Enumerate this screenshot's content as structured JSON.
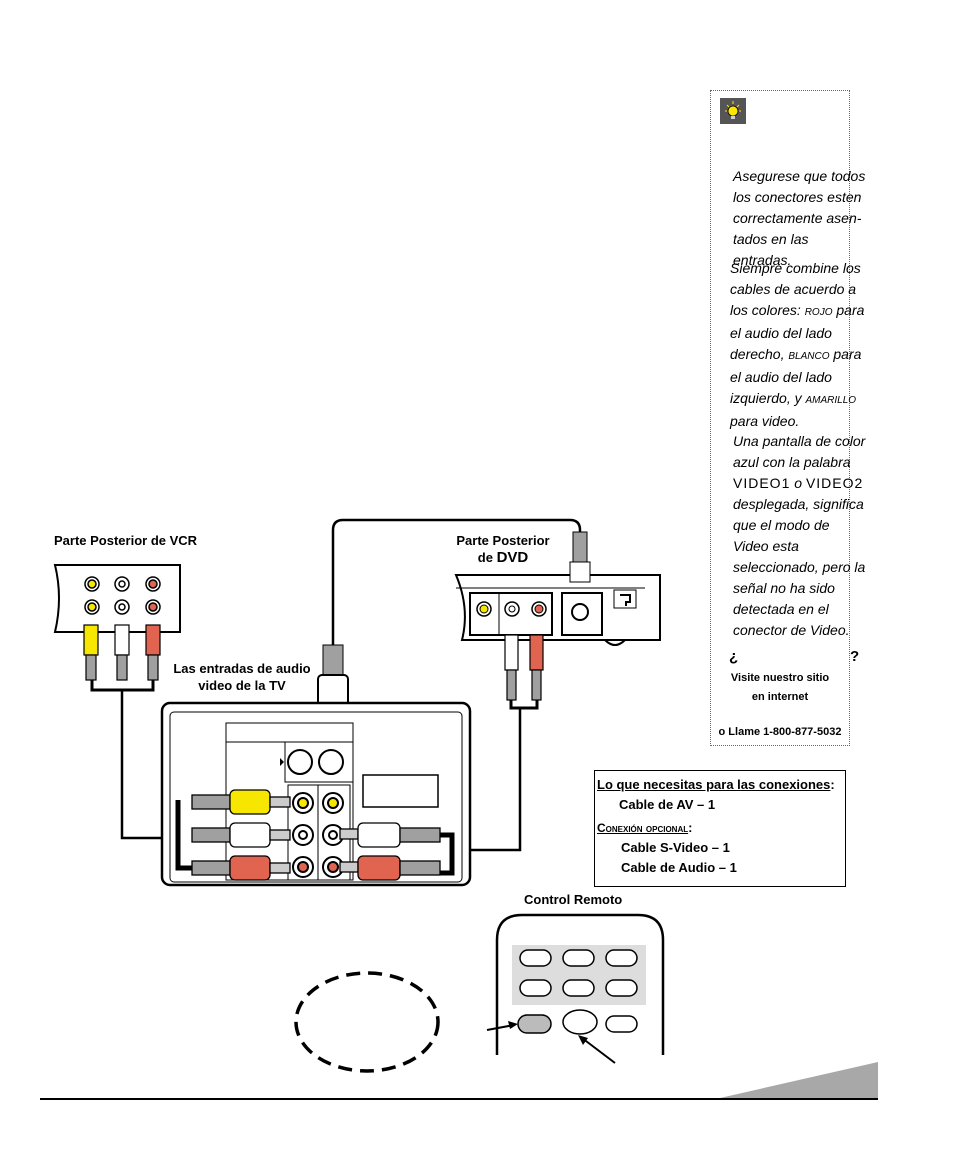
{
  "tips": {
    "p1": "Asegurese que todos los conectores esten correctamente asen-tados en las entradas.",
    "p2_before_rojo": "Siempre combine los cables de acuerdo a los colores: ",
    "rojo": "rojo",
    "p2_after_rojo": " para el audio del lado derecho, ",
    "blanco": "blanco",
    "p2_after_blanco": " para el audio del lado izquierdo, y ",
    "amarillo": "amarillo",
    "p2_end": " para video.",
    "p3_a": "Una pantalla de color azul con la palabra ",
    "video1": "VIDEO1",
    "o": " o ",
    "video2": "VIDEO2",
    "p3_b": " desplegada, significa que el modo de Video esta seleccionado, pero la señal no ha sido detectada en el conector de Video.",
    "q_open": "¿",
    "q_close": "?",
    "visit1": "Visite nuestro sitio",
    "visit2": "en internet",
    "phone": "o Llame 1-800-877-5032"
  },
  "labels": {
    "vcr": "Parte Posterior de VCR",
    "dvd1": "Parte Posterior",
    "dvd2_de": "de ",
    "dvd2_dvd": "DVD",
    "tv1": "Las entradas de audio",
    "tv2": "video de la TV",
    "remote": "Control Remoto"
  },
  "needs": {
    "title": "Lo que necesitas para las conexiones",
    "colon": ":",
    "av": "Cable de AV – 1",
    "optional": "Conexión opcional",
    "svideo": "Cable S-Video – 1",
    "audio": "Cable de Audio – 1"
  },
  "colors": {
    "yellow": "#f7e600",
    "red": "#e0644f",
    "white": "#ffffff",
    "gray": "#a0a0a0",
    "black": "#000000"
  }
}
